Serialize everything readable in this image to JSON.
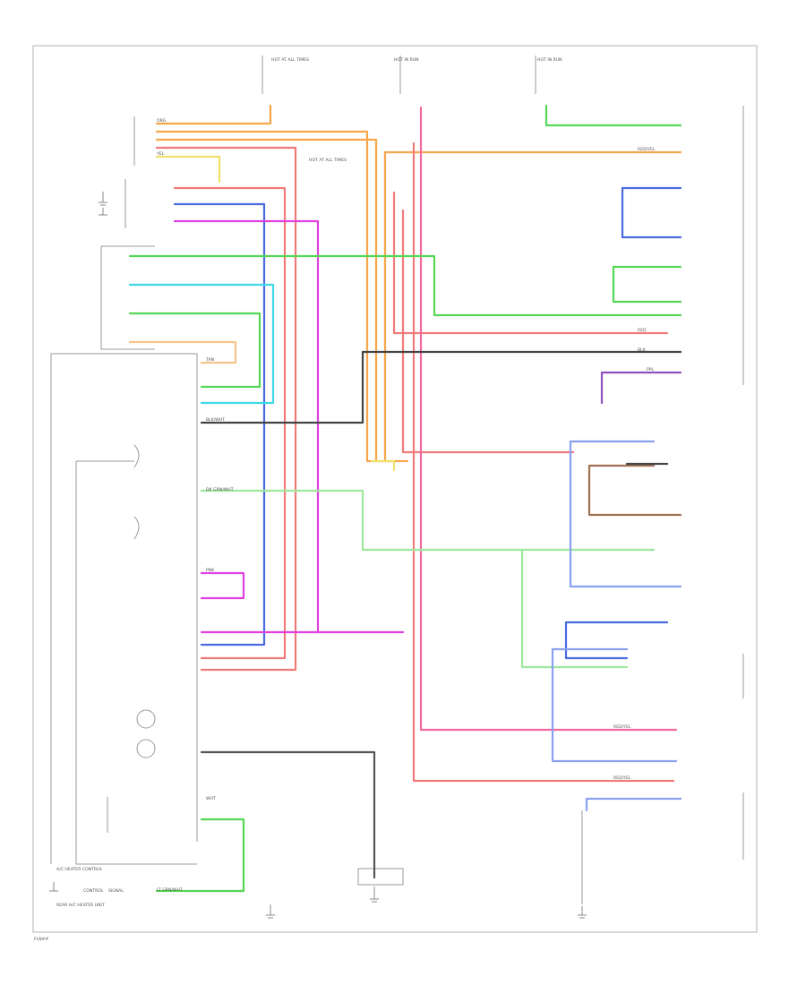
{
  "footer": {
    "code": "FLN##"
  },
  "labels": [
    "HOT AT ALL TIMES",
    "HOT IN RUN",
    "HOT IN RUN",
    "HOT AT ALL TIMES",
    "RED/YEL",
    "RED",
    "RED/YEL",
    "RED/YEL",
    "A/C HEATER CONTROL",
    "REAR A/C HEATER UNIT",
    "CONTROL",
    "SIGNAL"
  ],
  "wire_labels": [
    "LT GRN/WHT",
    "WHT",
    "DK GRN/WHT",
    "BLK/WHT",
    "PPL",
    "BLK",
    "ORG",
    "TAN",
    "YEL",
    "PNK"
  ],
  "colors": {
    "orange": "#f7a64a",
    "red": "#f07a7a",
    "pink": "#f06aa0",
    "magenta": "#e040e0",
    "green": "#55d655",
    "lightgreen": "#9ee89e",
    "blue": "#4a6ae0",
    "cyan": "#3fd8e8",
    "yellow": "#eee26a",
    "brown": "#a07050",
    "dark": "#444444",
    "lightblue": "#8aa0f0",
    "purple": "#9050c0",
    "peach": "#f5c48a"
  }
}
